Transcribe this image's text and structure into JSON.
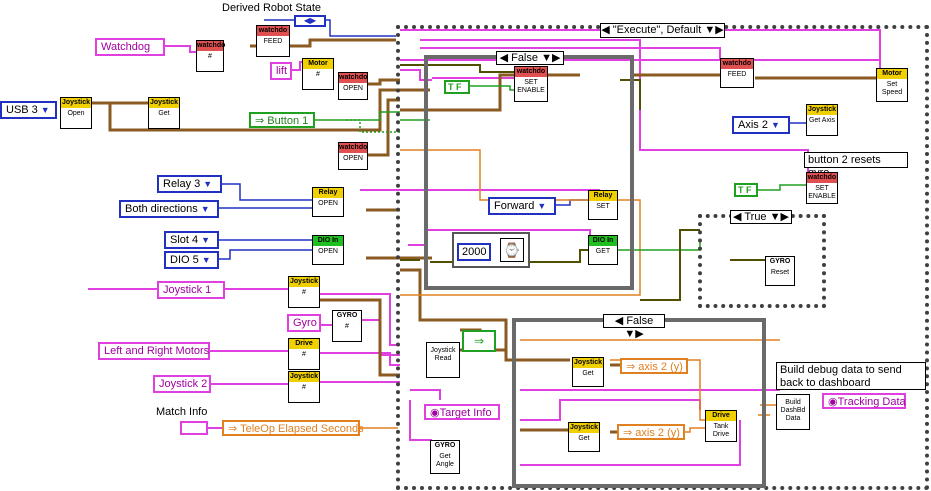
{
  "title_label": "Derived Robot State",
  "watchdog_const": "Watchdog",
  "lift_const": "lift",
  "usb_enum": "USB 3",
  "button_ind": "Button 1",
  "relay_enum": "Relay 3",
  "direction_enum": "Both directions",
  "slot_enum": "Slot 4",
  "dio_enum": "DIO 5",
  "joystick1_const": "Joystick 1",
  "gyro_const": "Gyro",
  "motors_const": "Left and Right Motors",
  "joystick2_const": "Joystick 2",
  "match_info_label": "Match Info",
  "teleop_ind": "TeleOp Elapsed Seconds",
  "execute_selector": "\"Execute\", Default",
  "false_selector_top": "False",
  "false_selector_bottom": "False",
  "true_selector": "True",
  "forward_enum": "Forward",
  "delay_const": "2000",
  "axis2_enum": "Axis 2",
  "bool_true_label": "T F",
  "gyro_comment": "button 2 resets gyro",
  "debug_comment": "Build debug data to send back to dashboard",
  "axis2y_1": "axis 2 (y)",
  "axis2y_2": "axis 2 (y)",
  "tracking_ind": "Tracking Data",
  "target_ind": "Target Info",
  "subvis": {
    "watchdog_left": {
      "hdr": "watchdo",
      "body": ""
    },
    "watchdog_feed": {
      "hdr": "watchdo",
      "body": "FEED"
    },
    "motor_left": {
      "hdr": "Motor",
      "body": ""
    },
    "watchdog_open1": {
      "hdr": "watchdo",
      "body": "OPEN"
    },
    "watchdog_open2": {
      "hdr": "watchdo",
      "body": "OPEN"
    },
    "joystick_open": {
      "hdr": "Joystick",
      "body": "Open"
    },
    "joystick_get": {
      "hdr": "Joystick",
      "body": "Get"
    },
    "relay_open": {
      "hdr": "Relay",
      "body": "OPEN"
    },
    "dio_open": {
      "hdr": "DIO In",
      "body": "OPEN"
    },
    "joystick_ref": {
      "hdr": "Joystick",
      "body": ""
    },
    "gyro_ref": {
      "hdr": "GYRO",
      "body": ""
    },
    "drive_ref": {
      "hdr": "Drive",
      "body": ""
    },
    "joystick_ref2": {
      "hdr": "Joystick",
      "body": ""
    },
    "wd_set_enable": {
      "hdr": "watchdo",
      "body": "SET ENABLE"
    },
    "relay_set": {
      "hdr": "Relay",
      "body": "SET"
    },
    "dio_get": {
      "hdr": "DIO In",
      "body": "GET"
    },
    "wd_feed2": {
      "hdr": "watchdo",
      "body": "FEED"
    },
    "motor_set": {
      "hdr": "Motor",
      "body": "Set Speed"
    },
    "joy_get_axis": {
      "hdr": "Joystick",
      "body": "Get Axis"
    },
    "wd_set_enable2": {
      "hdr": "watchdo",
      "body": "SET ENABLE"
    },
    "gyro_reset": {
      "hdr": "GYRO",
      "body": "Reset"
    },
    "joystick_read": {
      "hdr": "",
      "body": "Joystick Read"
    },
    "joy_get_a": {
      "hdr": "Joystick",
      "body": "Get"
    },
    "joy_get_b": {
      "hdr": "Joystick",
      "body": "Get"
    },
    "tank_drive": {
      "hdr": "Drive",
      "body": "Tank Drive"
    },
    "gyro_angle": {
      "hdr": "GYRO",
      "body": "Get Angle"
    },
    "dashbd": {
      "hdr": "",
      "body": "Build DashBd Data"
    }
  },
  "colors": {
    "string_wire": "#e040e0",
    "cluster_wire": "#8a5a20",
    "enum_wire": "#2030c0",
    "bool_wire": "#20a020",
    "num_wire": "#e08020",
    "refnum_wire": "#404000"
  }
}
